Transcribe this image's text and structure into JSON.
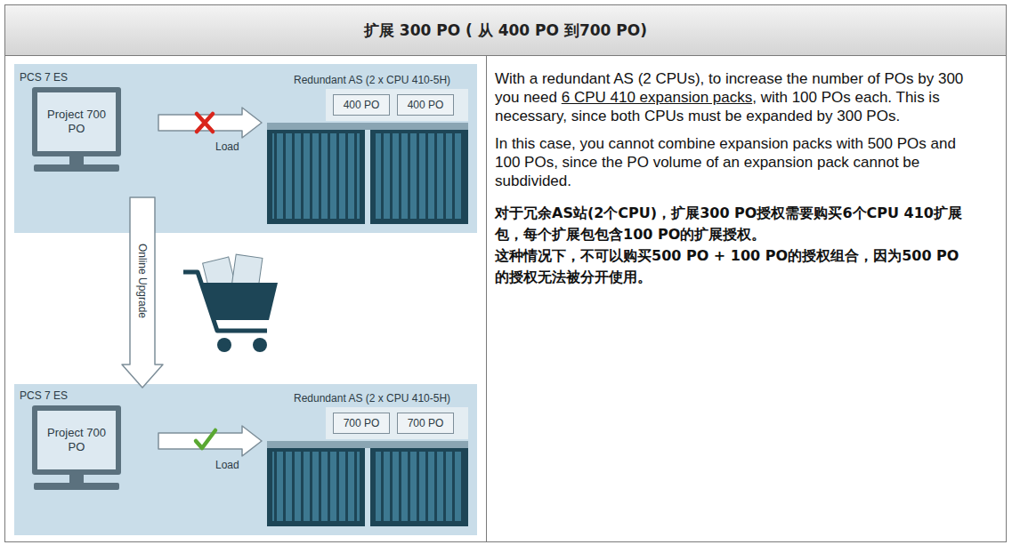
{
  "diagram": {
    "title": "扩展 300 PO ( 从 400 PO 到700 PO)",
    "nodes": [
      {
        "text": [
          "PCS 7 ES",
          "Project 700 PO"
        ]
      },
      {
        "text": [
          "Redundant AS (2 x CPU 410-5H)"
        ]
      },
      {
        "text": [
          "400 PO"
        ],
        "in": 1
      },
      {
        "text": [
          "400 PO"
        ],
        "in": 1
      },
      {
        "text": [
          "PCS 7 ES",
          "Project 700 PO"
        ]
      },
      {
        "text": [
          "Redundant AS (2 x CPU 410-5H)"
        ]
      },
      {
        "text": [
          "700 PO"
        ],
        "in": 5
      },
      {
        "text": [
          "700 PO"
        ],
        "in": 5
      }
    ],
    "edges": [
      {
        "from": 0,
        "to": 1,
        "arrow": "to",
        "label": "Load"
      },
      {
        "from": 0,
        "to": 4,
        "arrow": "to",
        "label": "Online Upgrade"
      },
      {
        "from": 4,
        "to": 5,
        "arrow": "to",
        "label": "Load"
      }
    ],
    "labels": [
      "With a redundant AS (2 CPUs), to increase the number of POs by 300 you need",
      "6 CPU 410 expansion packs",
      ", with 100 POs each. This is necessary, since both CPUs must be expanded by 300 POs.",
      "In this case, you cannot combine expansion packs with 500 POs and 100 POs, since the PO volume of an expansion pack cannot be subdivided.",
      "对于冗余AS站(2个CPU)，扩展300 PO授权需要购买6个CPU 410扩展包，每个扩展包包含100 PO的扩展授权。",
      "这种情况下，不可以购买500 PO + 100 PO的授权组合，因为500 PO的授权无法被分开使用。"
    ]
  }
}
